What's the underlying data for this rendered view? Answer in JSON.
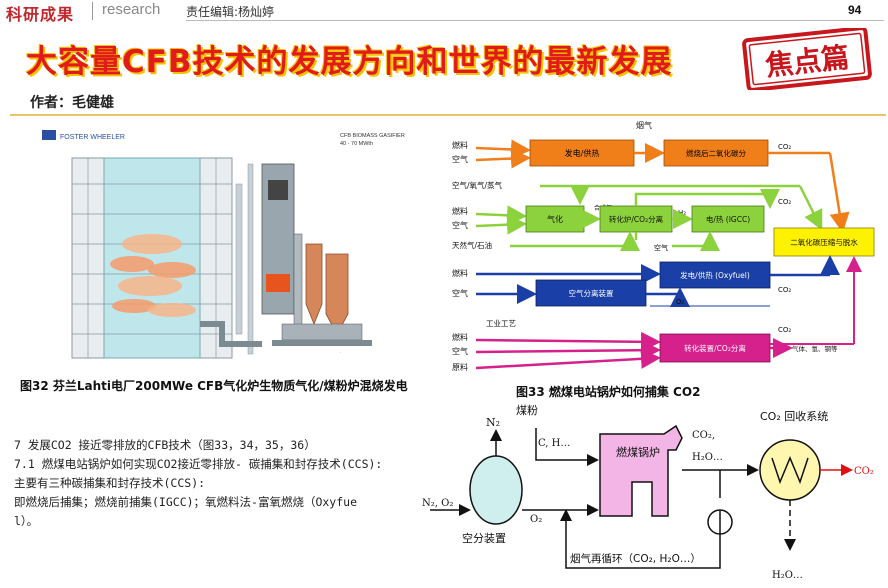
{
  "header": {
    "brand": "科研成果",
    "brand_en": "research",
    "editor": "责任编辑:杨灿婷",
    "page_number": "94"
  },
  "title": "大容量CFB技术的发展方向和世界的最新发展",
  "badge": "焦点篇",
  "author": "作者：毛健雄",
  "figure32": {
    "logo": "FOSTER WHEELER",
    "inner_title": "CFB BIOMASS GASIFIER",
    "inner_subtitle": "40 - 70 MWth",
    "caption": "图32 芬兰Lahti电厂200MWe CFB气化炉生物质气化/煤粉炉混烧发电"
  },
  "figure33": {
    "caption": "图33 燃煤电站锅炉如何捕集 CO2",
    "top_label": "烟气",
    "row1": {
      "in1": "燃料",
      "in2": "空气",
      "box1": "发电/供热",
      "box2": "燃烧后二氧化碳分",
      "out": "CO₂"
    },
    "row2": {
      "in_top": "空气/氧气/蒸气",
      "in1": "燃料",
      "in2": "空气",
      "in3": "天然气/石油",
      "box_gas": "气化",
      "label_syngas": "合成气",
      "box_shift": "转化炉/CO₂分离",
      "label_h2": "H₂",
      "box_power": "电/热 (IGCC)",
      "label_air": "空气",
      "out": "CO₂"
    },
    "compress": "二氧化碳压缩与脱水",
    "row3": {
      "in1": "燃料",
      "in2": "空气",
      "box_power": "发电/供热 (Oxyfuel)",
      "box_asu": "空气分离装置",
      "label_o2": "O₂",
      "out": "CO₂"
    },
    "row4": {
      "label": "工业工艺",
      "in1": "燃料",
      "in2": "空气",
      "in3": "原料",
      "box": "转化装置/CO₂分离",
      "out": "气体、氢、钢等",
      "out2": "CO₂"
    }
  },
  "body": {
    "lines": [
      "7 发展CO2 接近零排放的CFB技术（图33，34，35，36）",
      "7.1 燃煤电站锅炉如何实现CO2接近零排放- 碳捕集和封存技术(CCS):",
      "主要有三种碳捕集和封存技术(CCS):",
      "即燃烧后捕集；燃烧前捕集(IGCC)；氧燃料法-富氧燃烧（Oxyfue",
      "l）。"
    ]
  },
  "figure_bottom": {
    "n2": "N₂",
    "coal": "煤粉",
    "c_h": "C, H…",
    "boiler": "燃煤锅炉",
    "co2": "CO₂,",
    "h2o": "H₂O…",
    "recovery": "CO₂ 回收系统",
    "co2_out": "CO₂",
    "n2o2": "N₂, O₂",
    "asu": "空分装置",
    "o2": "O₂",
    "recycle": "烟气再循环（CO₂, H₂O…）",
    "h2o_out": "H₂O…"
  },
  "colors": {
    "brand": "#c0282e",
    "title_red": "#e11a1a",
    "title_yellow": "#f4c300",
    "orange": "#f07f1a",
    "green": "#8cd23c",
    "blue": "#1a3fa6",
    "magenta": "#d6218c",
    "yellow": "#fff200"
  }
}
